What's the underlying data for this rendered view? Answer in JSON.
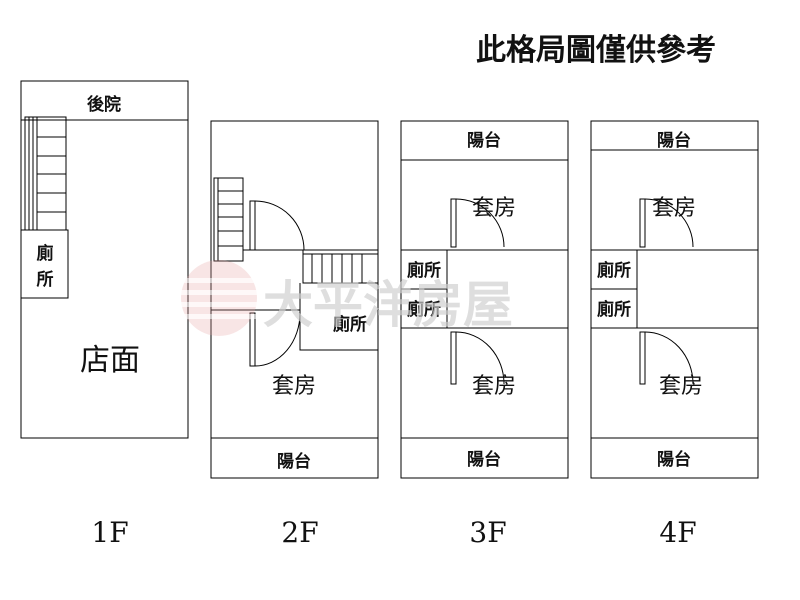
{
  "note": "此格局圖僅供參考",
  "watermark": {
    "text": "大平洋房屋",
    "color": "#e6a4a4"
  },
  "floors": {
    "f1": {
      "label": "1F",
      "rooms": {
        "backyard": "後院",
        "toilet_top": "廁",
        "toilet_bottom": "所",
        "shop": "店面"
      }
    },
    "f2": {
      "label": "2F",
      "rooms": {
        "toilet": "廁所",
        "suite": "套房",
        "balcony": "陽台"
      }
    },
    "f3": {
      "label": "3F",
      "rooms": {
        "balcony_top": "陽台",
        "suite_top": "套房",
        "toilet_a": "廁所",
        "toilet_b": "廁所",
        "suite_bottom": "套房",
        "balcony_bottom": "陽台"
      }
    },
    "f4": {
      "label": "4F",
      "rooms": {
        "balcony_top": "陽台",
        "suite_top": "套房",
        "toilet_a": "廁所",
        "toilet_b": "廁所",
        "suite_bottom": "套房",
        "balcony_bottom": "陽台"
      }
    }
  }
}
